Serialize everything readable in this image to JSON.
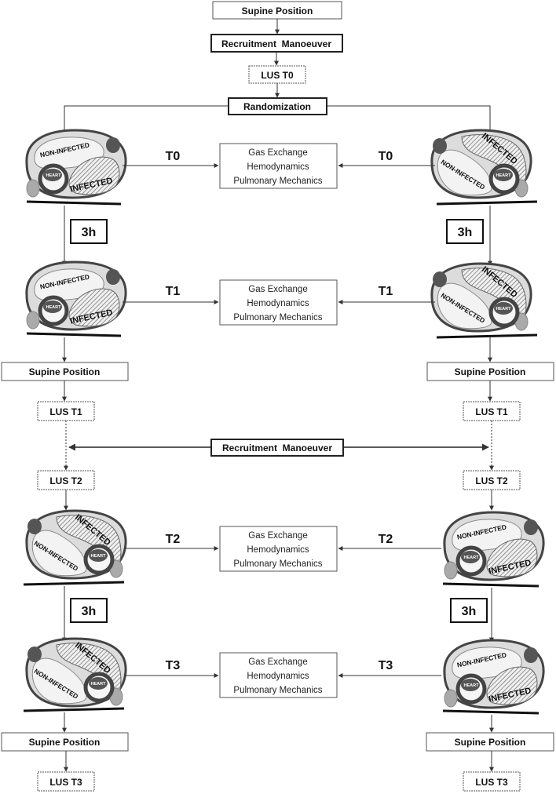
{
  "supine_position": "Supine Position",
  "recruitment_manoeuver": "Recruitment  Manoeuver",
  "lus_t0": "LUS T0",
  "randomization": "Randomization",
  "lus_t1": "LUS T1",
  "lus_t2": "LUS T2",
  "lus_t3": "LUS T3",
  "duration": "3h",
  "timepoints": [
    "T0",
    "T1",
    "T2",
    "T3"
  ],
  "measure_box": {
    "line1": "Gas Exchange",
    "line2": "Hemodynamics",
    "line3": "Pulmonary Mechanics"
  },
  "lung_labels": {
    "non_infected": "NON-INFECTED",
    "infected": "INFECTED",
    "heart": "HEART"
  }
}
